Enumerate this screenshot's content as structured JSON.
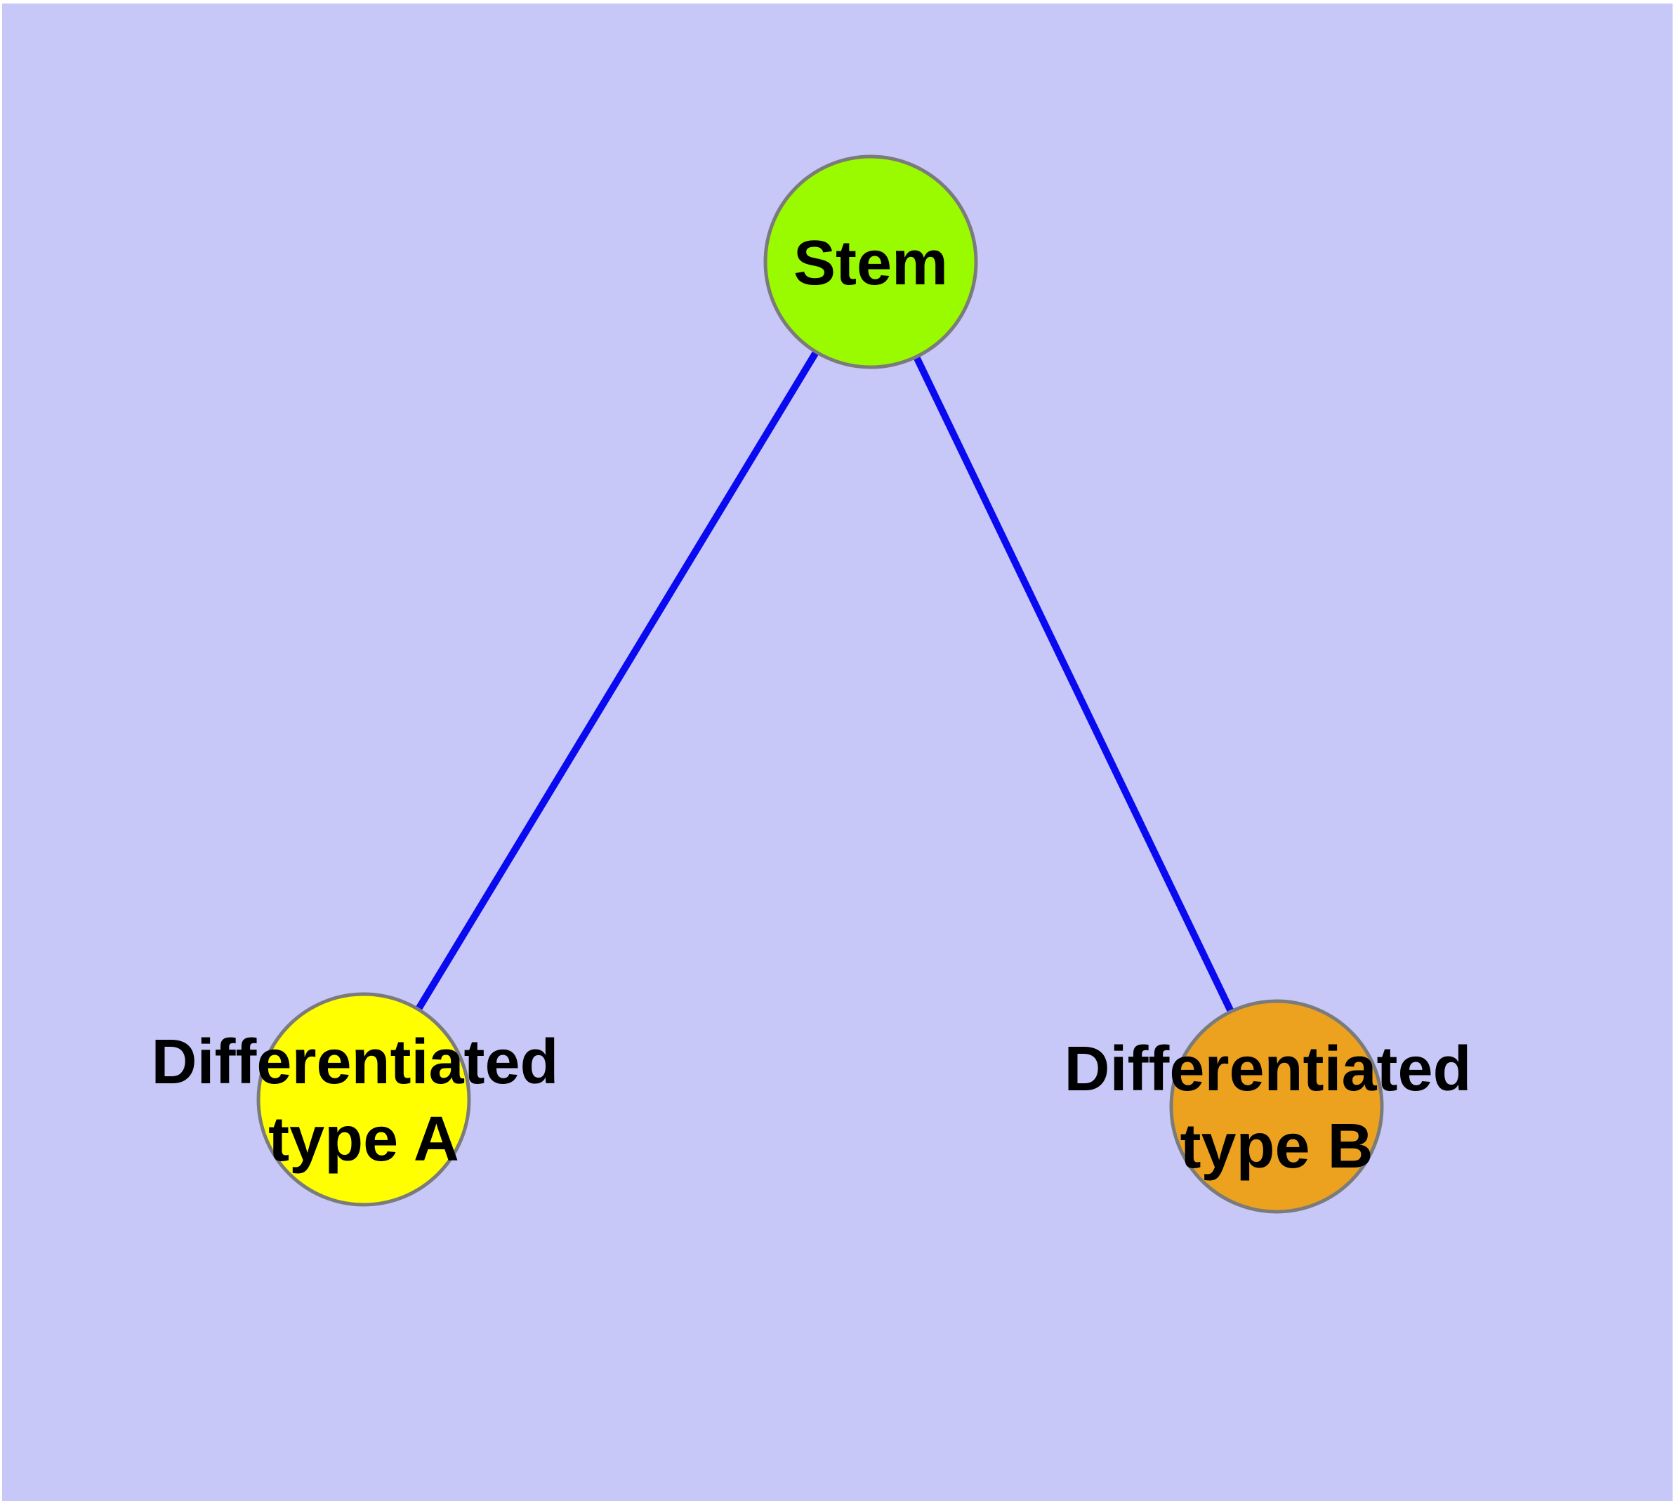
{
  "diagram": {
    "background_color": "#C8C8F8",
    "page_margin_color": "#FFFFFF",
    "edge_color": "#0A0AF0",
    "node_border_color": "#7B7B7B",
    "label_color": "#000000",
    "nodes": [
      {
        "id": "stem",
        "label": "Stem",
        "label_lines": [
          "Stem"
        ],
        "color": "#9AFB00"
      },
      {
        "id": "differentiated-type-a",
        "label": "Differentiated type A",
        "label_lines": [
          "Differentiated",
          "type A"
        ],
        "color": "#FFFF00"
      },
      {
        "id": "differentiated-type-b",
        "label": "Differentiated type B",
        "label_lines": [
          "Differentiated",
          "type B"
        ],
        "color": "#EDA21F"
      }
    ],
    "edges": [
      {
        "from": "stem",
        "to": "differentiated-type-a"
      },
      {
        "from": "stem",
        "to": "differentiated-type-b"
      }
    ]
  }
}
